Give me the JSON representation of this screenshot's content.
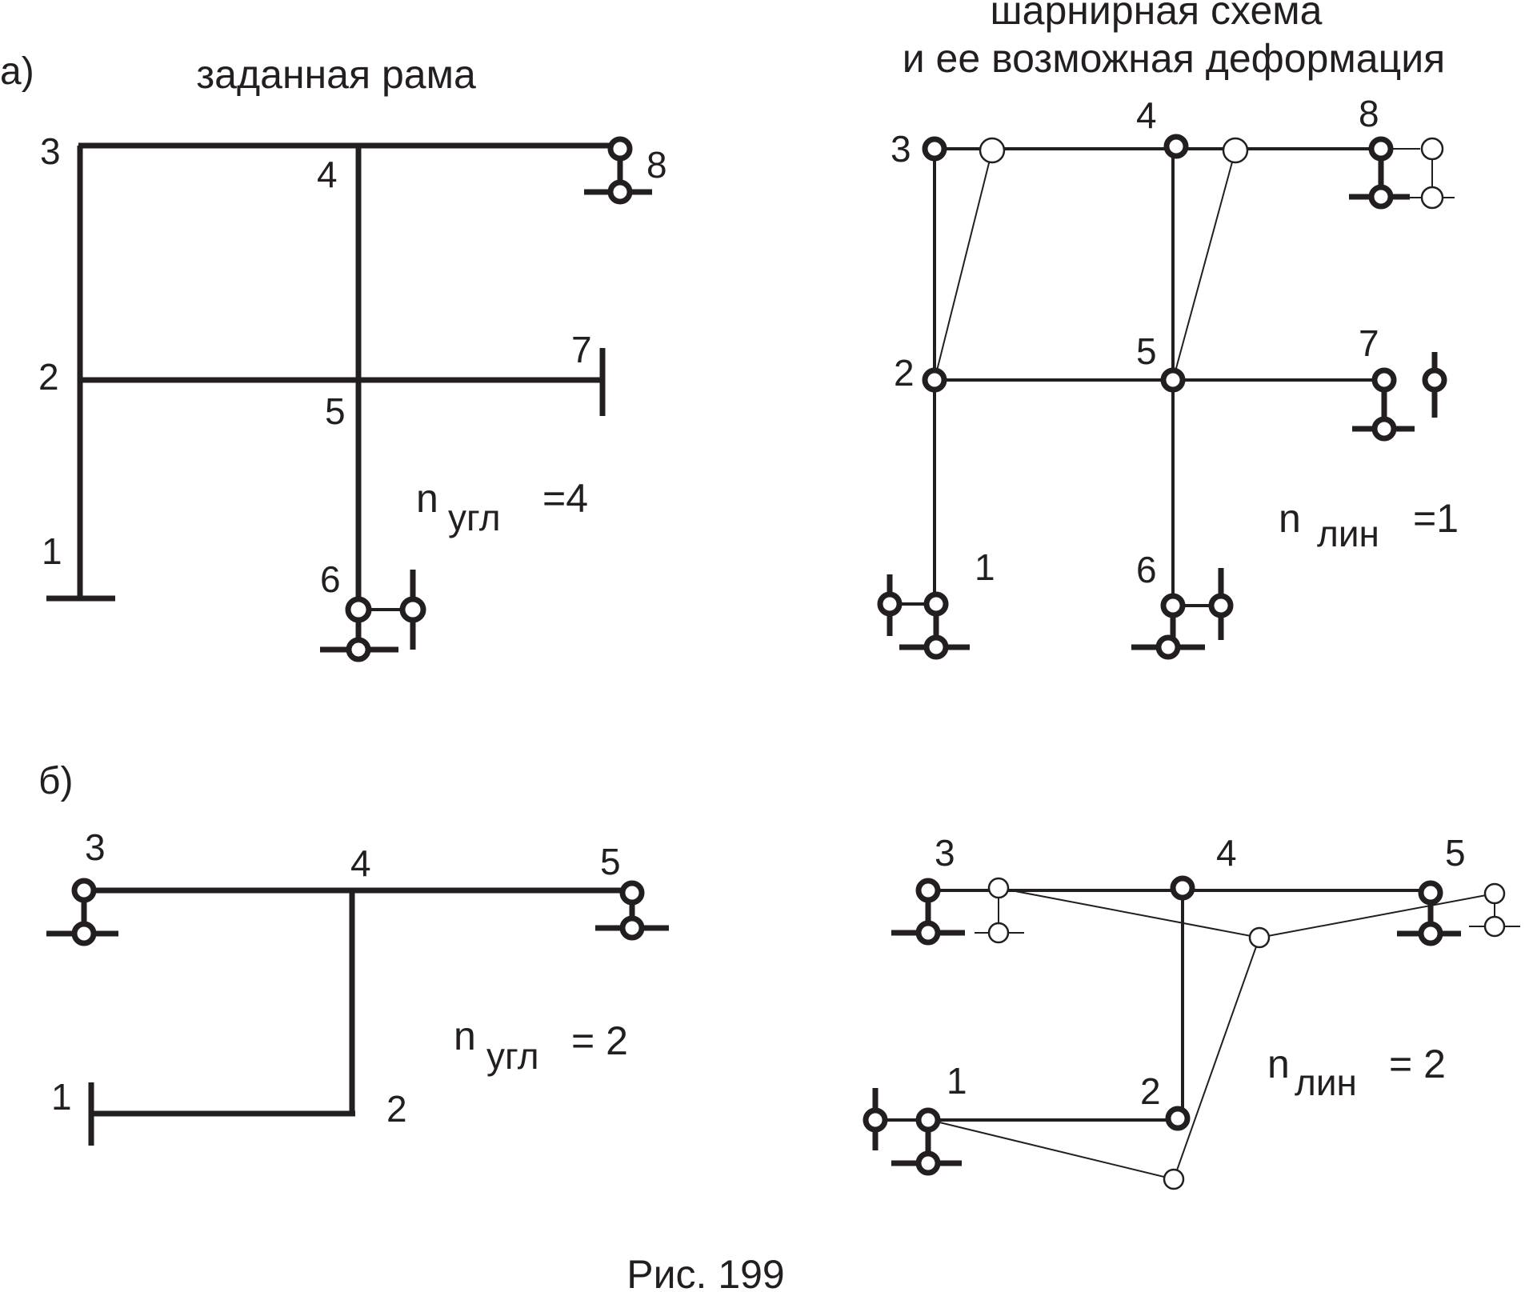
{
  "part_a": {
    "label": "а)",
    "given_frame_title": "заданная рама",
    "hinged_scheme_title_line1": "шарнирная схема",
    "hinged_scheme_title_line2": "и ее возможная деформация",
    "given_nodes": [
      "1",
      "2",
      "3",
      "4",
      "5",
      "6",
      "7",
      "8"
    ],
    "scheme_nodes": [
      "1",
      "2",
      "3",
      "4",
      "5",
      "6",
      "7",
      "8"
    ],
    "n_angular": {
      "symbol": "n",
      "subscript": "угл",
      "value": "=4"
    },
    "n_linear": {
      "symbol": "n",
      "subscript": "лин",
      "value": "=1"
    }
  },
  "part_b": {
    "label": "б)",
    "given_nodes": [
      "1",
      "2",
      "3",
      "4",
      "5"
    ],
    "scheme_nodes": [
      "1",
      "2",
      "3",
      "4",
      "5"
    ],
    "n_angular": {
      "symbol": "n",
      "subscript": "угл",
      "value": "= 2"
    },
    "n_linear": {
      "symbol": "n",
      "subscript": "лин",
      "value": "= 2"
    }
  },
  "caption": "Рис. 199",
  "colors": {
    "ink": "#231f20",
    "background": "#ffffff"
  }
}
